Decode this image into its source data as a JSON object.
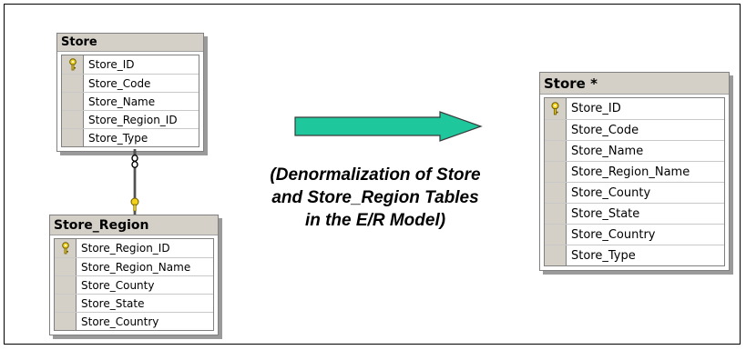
{
  "tables": {
    "store": {
      "title": "Store",
      "columns": [
        "Store_ID",
        "Store_Code",
        "Store_Name",
        "Store_Region_ID",
        "Store_Type"
      ],
      "key_column": "Store_ID"
    },
    "store_region": {
      "title": "Store_Region",
      "columns": [
        "Store_Region_ID",
        "Store_Region_Name",
        "Store_County",
        "Store_State",
        "Store_Country"
      ],
      "key_column": "Store_Region_ID"
    },
    "store_denormalized": {
      "title": "Store *",
      "columns": [
        "Store_ID",
        "Store_Code",
        "Store_Name",
        "Store_Region_Name",
        "Store_County",
        "Store_State",
        "Store_Country",
        "Store_Type"
      ],
      "key_column": "Store_ID"
    }
  },
  "caption": {
    "line1": "(Denormalization of Store",
    "line2": "and Store_Region Tables",
    "line3": "in the E/R Model)"
  },
  "colors": {
    "arrow_fill": "#1fc79c",
    "arrow_stroke": "#3a3a3a",
    "key_icon": "#f2d21b",
    "title_bar": "#d4d0c8"
  },
  "icons": {
    "primary_key": "key-icon",
    "relationship_one_end": "infinity-icon",
    "relationship_key_end": "key-icon"
  }
}
